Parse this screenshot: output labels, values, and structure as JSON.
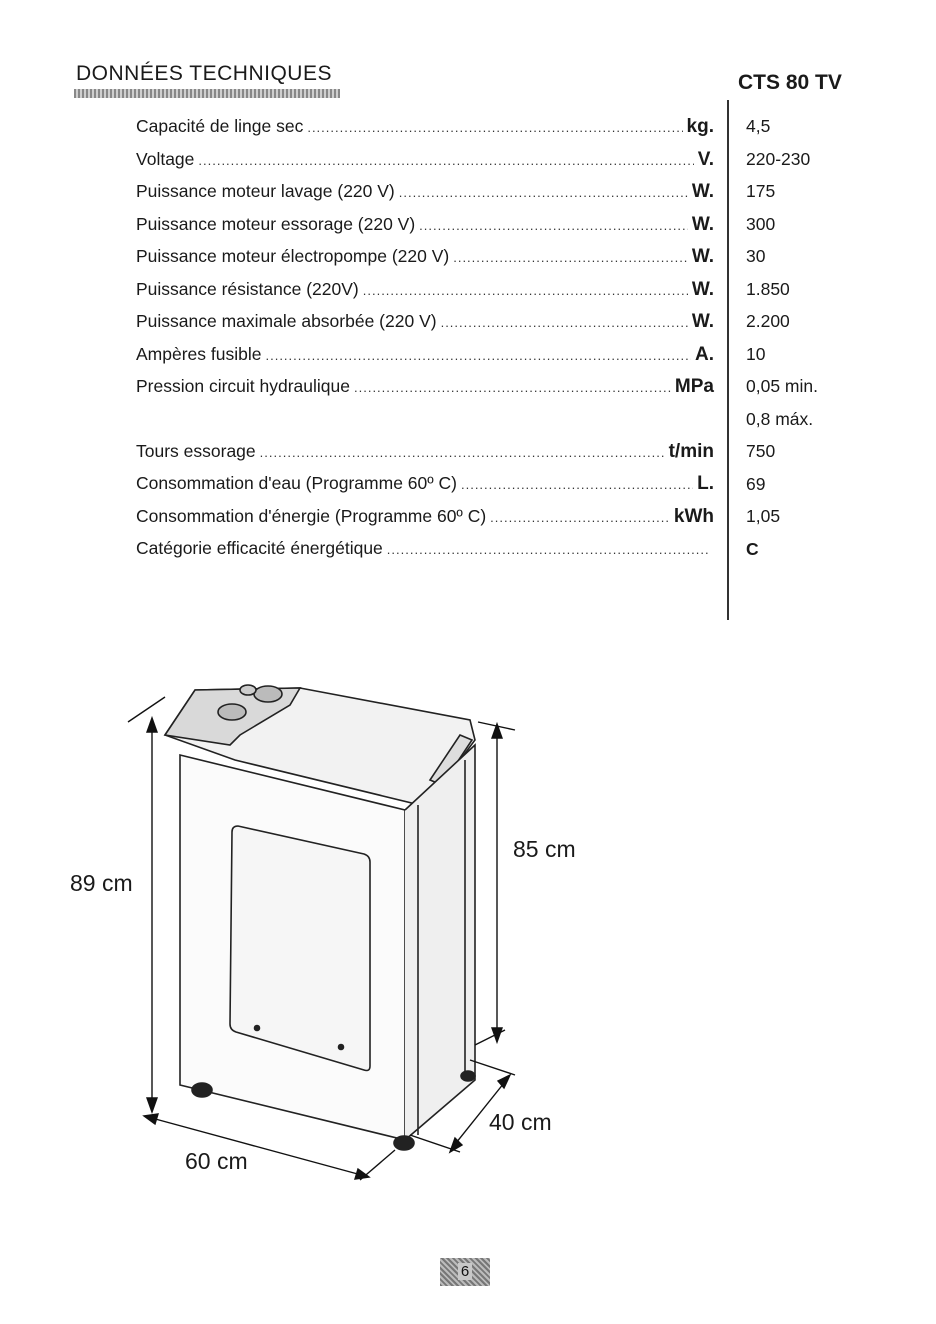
{
  "header": {
    "title": "DONNÉES TECHNIQUES",
    "model": "CTS 80 TV"
  },
  "specs": [
    {
      "label": "Capacité de linge sec",
      "unit": "kg.",
      "value": "4,5"
    },
    {
      "label": "Voltage",
      "unit": "V.",
      "value": "220-230"
    },
    {
      "label": "Puissance moteur lavage (220 V)",
      "unit": "W.",
      "value": "175"
    },
    {
      "label": "Puissance moteur essorage (220 V)",
      "unit": "W.",
      "value": "300"
    },
    {
      "label": "Puissance moteur électropompe (220 V)",
      "unit": "W.",
      "value": "30"
    },
    {
      "label": "Puissance résistance (220V)",
      "unit": "W.",
      "value": "1.850"
    },
    {
      "label": "Puissance maximale absorbée (220 V)",
      "unit": "W.",
      "value": "2.200"
    },
    {
      "label": "Ampères fusible",
      "unit": "A.",
      "value": "10"
    },
    {
      "label": "Pression circuit hydraulique",
      "unit": "MPa",
      "value": "0,05 min."
    },
    {
      "label": "",
      "unit": "",
      "value": "0,8 máx."
    },
    {
      "label": "Tours essorage",
      "unit": "t/min",
      "value": "750"
    },
    {
      "label": "Consommation d'eau (Programme 60º C)",
      "unit": "L.",
      "value": "69"
    },
    {
      "label": "Consommation d'énergie (Programme 60º C)",
      "unit": "kWh",
      "value": "1,05"
    },
    {
      "label": "Catégorie efficacité énergétique",
      "unit": "",
      "value": "C"
    }
  ],
  "dimensions": {
    "height_total": "89 cm",
    "height_body": "85 cm",
    "width": "60 cm",
    "depth": "40 cm"
  },
  "page_number": "6"
}
